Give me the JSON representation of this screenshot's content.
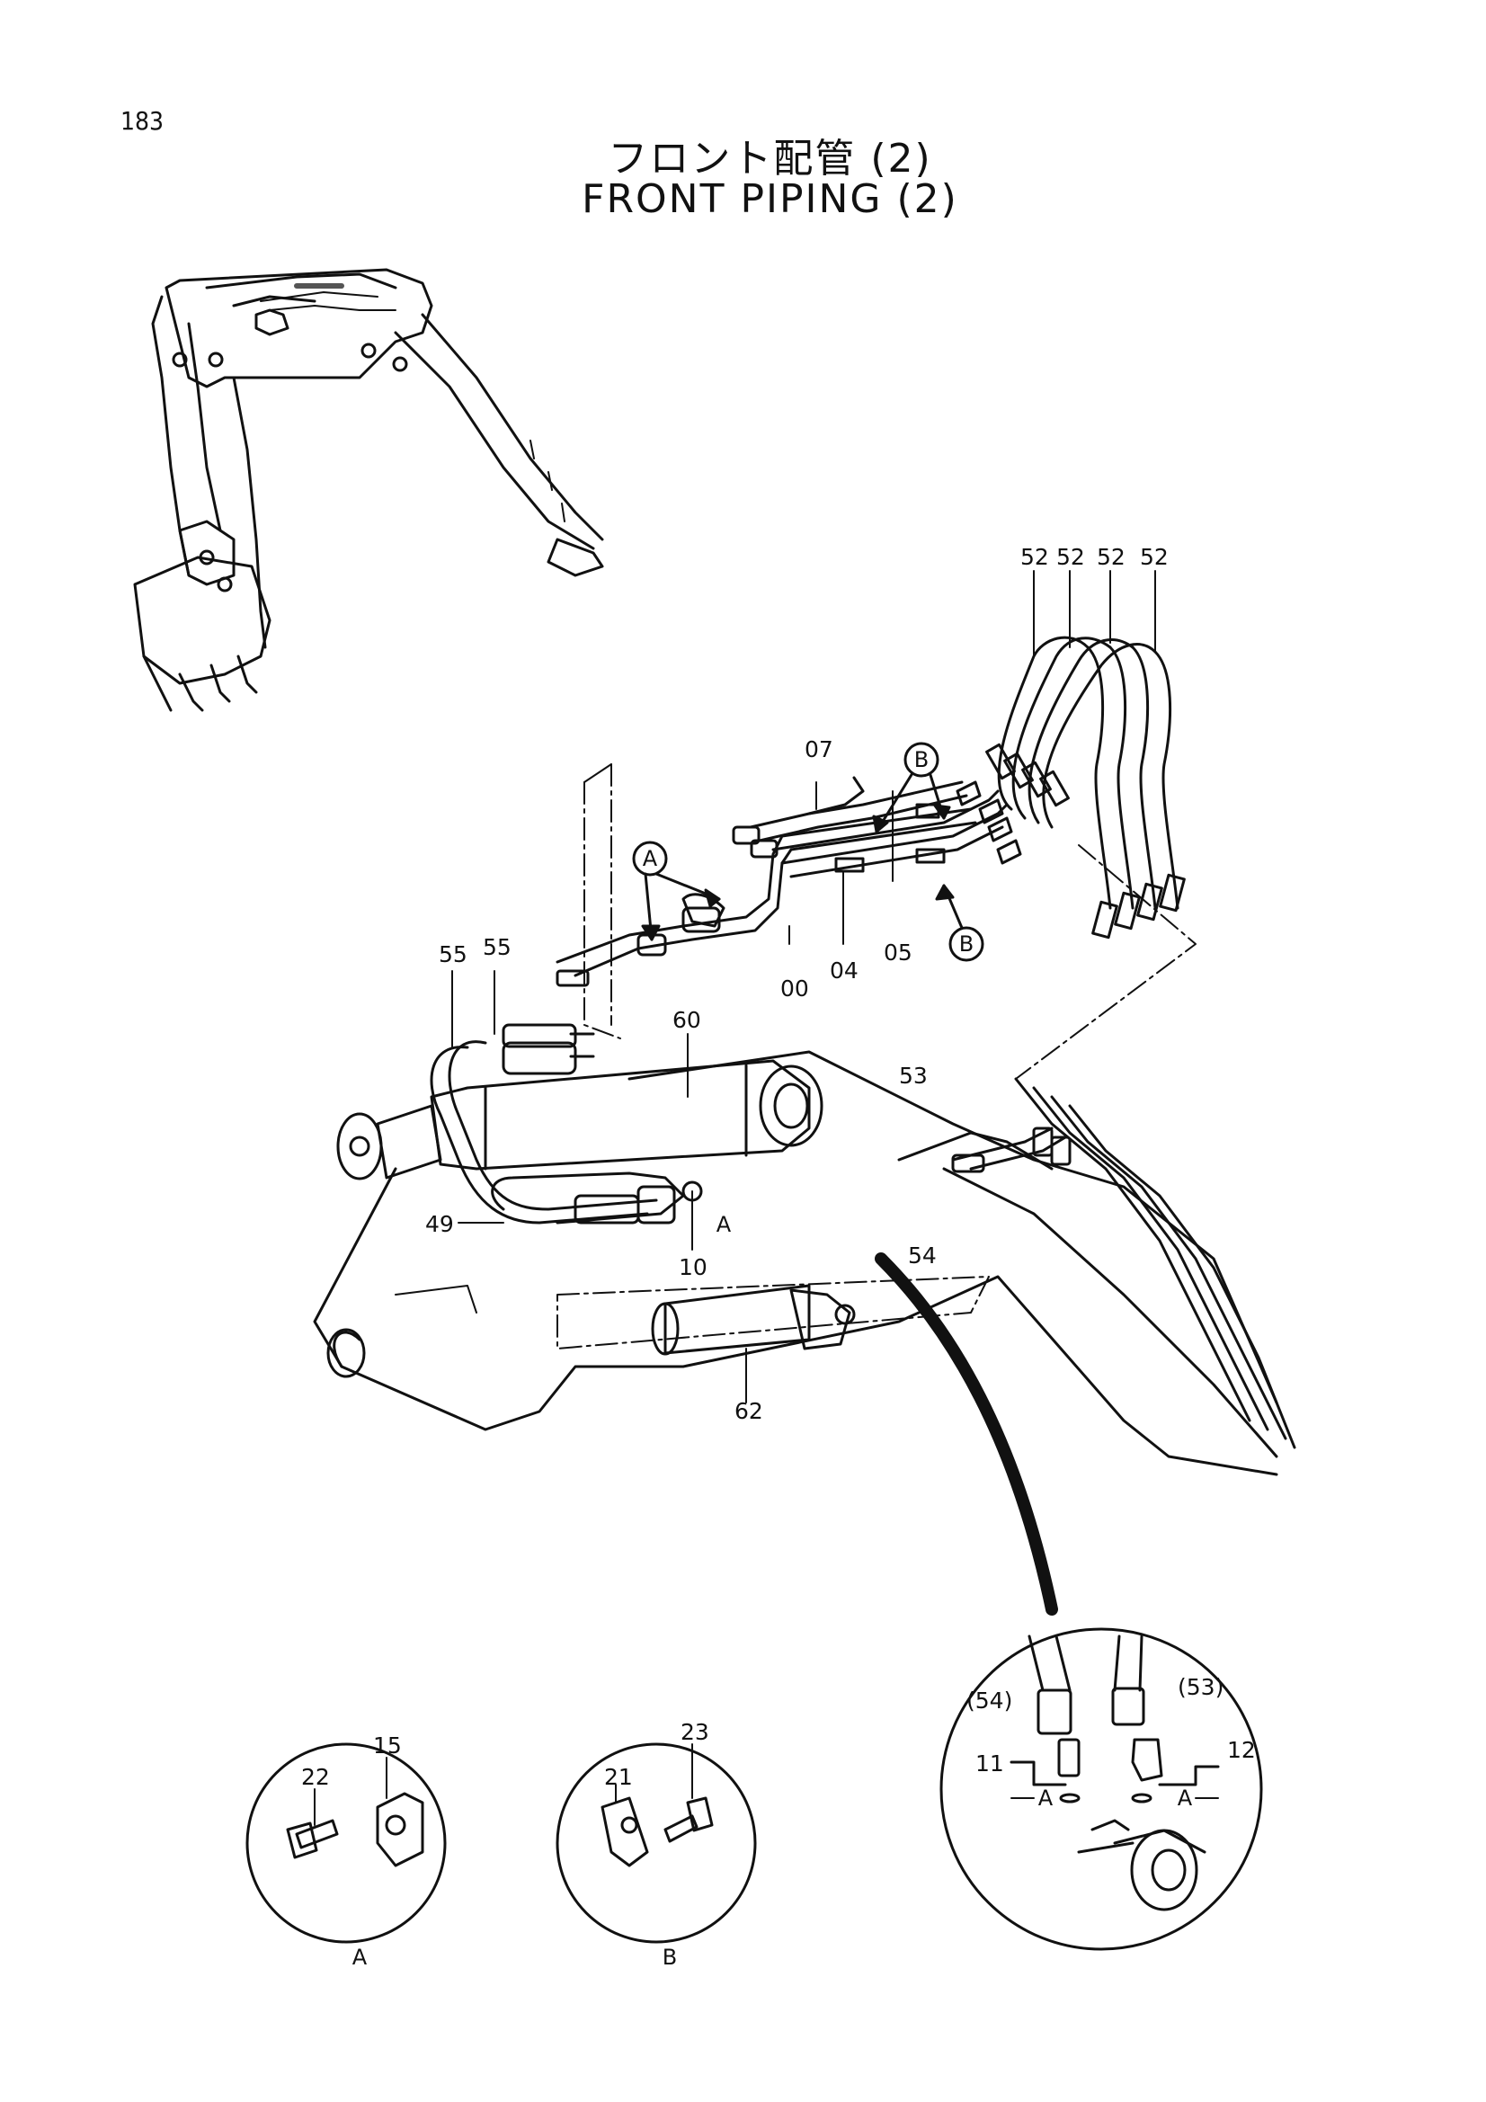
{
  "page_number": "183",
  "title_jp": "フロント配管 (2)",
  "title_en": "FRONT PIPING (2)",
  "callouts": {
    "c52": "52",
    "c07": "07",
    "c05": "05",
    "c04": "04",
    "c00": "00",
    "c55": "55",
    "c60": "60",
    "c53": "53",
    "c54": "54",
    "c49": "49",
    "c10": "10",
    "c62": "62",
    "c22": "22",
    "c15": "15",
    "c21": "21",
    "c23": "23",
    "c11": "11",
    "c12": "12",
    "c54_paren": "(54)",
    "c53_paren": "(53)"
  },
  "markers": {
    "a": "A",
    "b": "B"
  }
}
